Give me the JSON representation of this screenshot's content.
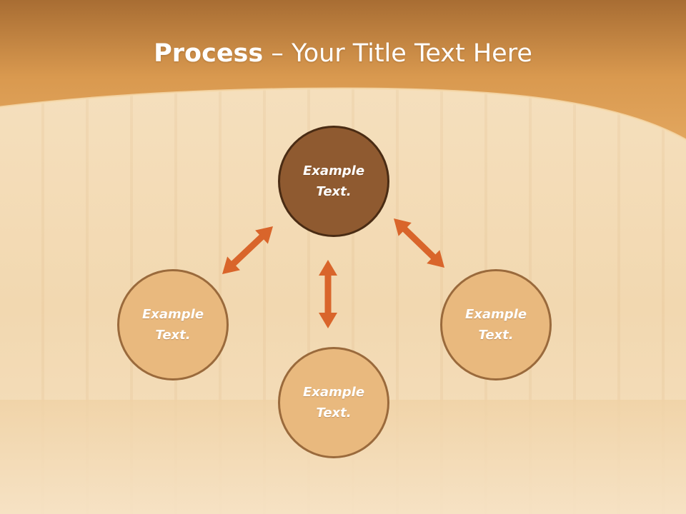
{
  "slide": {
    "title_bold": "Process",
    "title_rest": " – Your Title Text Here"
  },
  "diagram": {
    "nodes": [
      {
        "id": "top",
        "text": "Example Text.",
        "style": "dark"
      },
      {
        "id": "left",
        "text": "Example Text.",
        "style": "light"
      },
      {
        "id": "bottom",
        "text": "Example Text.",
        "style": "light"
      },
      {
        "id": "right",
        "text": "Example Text.",
        "style": "light"
      }
    ],
    "connectors": [
      {
        "from": "left",
        "to": "top",
        "type": "double-arrow"
      },
      {
        "from": "top",
        "to": "right",
        "type": "double-arrow"
      },
      {
        "from": "top",
        "to": "bottom",
        "type": "double-arrow"
      }
    ]
  },
  "colors": {
    "header": "#d9994f",
    "arrow": "#d9652b",
    "node_dark": "#8f5a30",
    "node_light": "#e9b97e"
  }
}
